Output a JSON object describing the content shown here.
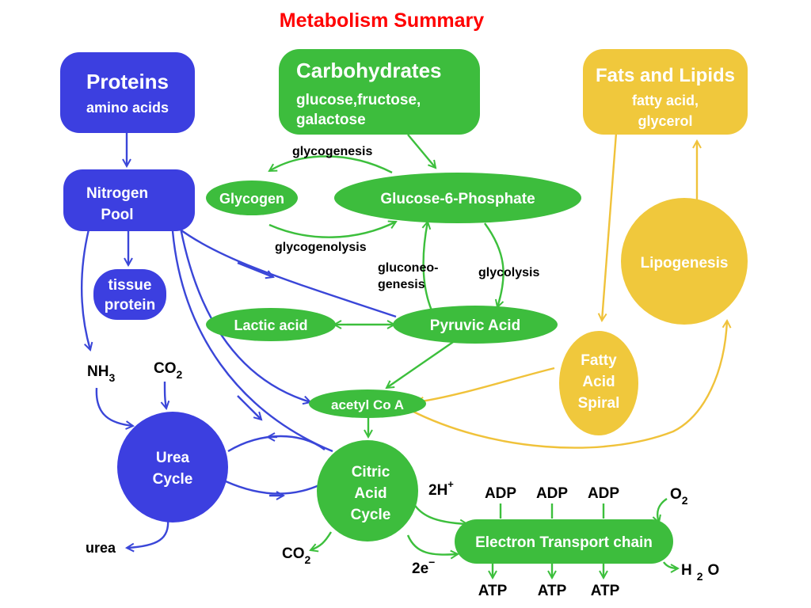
{
  "title": "Metabolism Summary",
  "colors": {
    "protein": "#3c3fe0",
    "carb": "#3dbd3d",
    "fat": "#f0c83c",
    "title": "#ff0000"
  },
  "nodes": {
    "proteins": {
      "title": "Proteins",
      "sub": "amino acids"
    },
    "carbs": {
      "title": "Carbohydrates",
      "line1": "glucose,fructose,",
      "line2": "galactose"
    },
    "fats": {
      "title": "Fats and Lipids",
      "line1": "fatty acid,",
      "line2": "glycerol"
    },
    "nitrogen_pool": {
      "line1": "Nitrogen",
      "line2": "Pool"
    },
    "tissue_protein": {
      "line1": "tissue",
      "line2": "protein"
    },
    "glycogen": "Glycogen",
    "g6p": "Glucose-6-Phosphate",
    "lactic_acid": "Lactic acid",
    "pyruvic_acid": "Pyruvic Acid",
    "acetyl_coa": "acetyl Co A",
    "lipogenesis": "Lipogenesis",
    "fatty_acid_spiral": {
      "line1": "Fatty",
      "line2": "Acid",
      "line3": "Spiral"
    },
    "urea_cycle": {
      "line1": "Urea",
      "line2": "Cycle"
    },
    "citric_acid_cycle": {
      "line1": "Citric",
      "line2": "Acid",
      "line3": "Cycle"
    },
    "etc": "Electron Transport chain"
  },
  "labels": {
    "glycogenesis": "glycogenesis",
    "glycogenolysis": "glycogenolysis",
    "gluconeogenesis_1": "gluconeo-",
    "gluconeogenesis_2": "genesis",
    "glycolysis": "glycolysis",
    "nh3_main": "NH",
    "nh3_sub": "3",
    "co2_top_main": "CO",
    "co2_top_sub": "2",
    "urea": "urea",
    "co2_bottom_main": "CO",
    "co2_bottom_sub": "2",
    "h_plus_main": "2H",
    "h_plus_sup": "+",
    "e_minus_main": "2e",
    "e_minus_sup": "−",
    "adp_1": "ADP",
    "adp_2": "ADP",
    "adp_3": "ADP",
    "atp_1": "ATP",
    "atp_2": "ATP",
    "atp_3": "ATP",
    "o2_main": "O",
    "o2_sub": "2",
    "h2o_h": "H",
    "h2o_2": "2",
    "h2o_o": "O"
  }
}
